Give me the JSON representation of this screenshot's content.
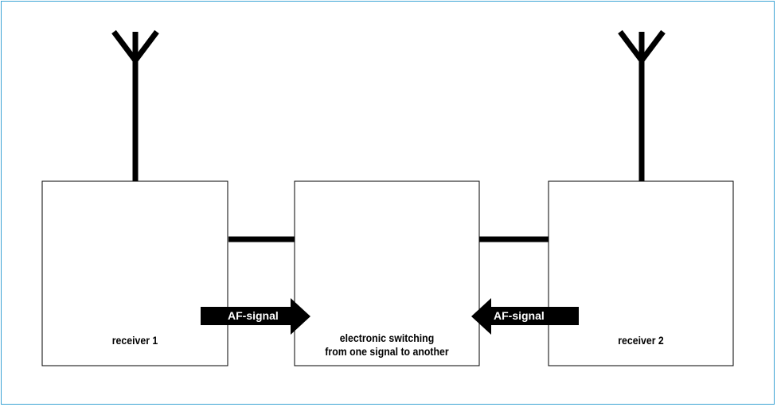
{
  "diagram": {
    "receiver_1": {
      "label": "receiver 1"
    },
    "switch": {
      "label_line1": "electronic switching",
      "label_line2": "from one signal to another"
    },
    "receiver_2": {
      "label": "receiver 2"
    },
    "arrow_left": {
      "label": "AF-signal"
    },
    "arrow_right": {
      "label": "AF-signal"
    }
  },
  "colors": {
    "frame": "#3aa3d4",
    "ink": "#000000",
    "box_fill": "#ffffff"
  },
  "icons": [
    "antenna-icon",
    "antenna-icon"
  ]
}
